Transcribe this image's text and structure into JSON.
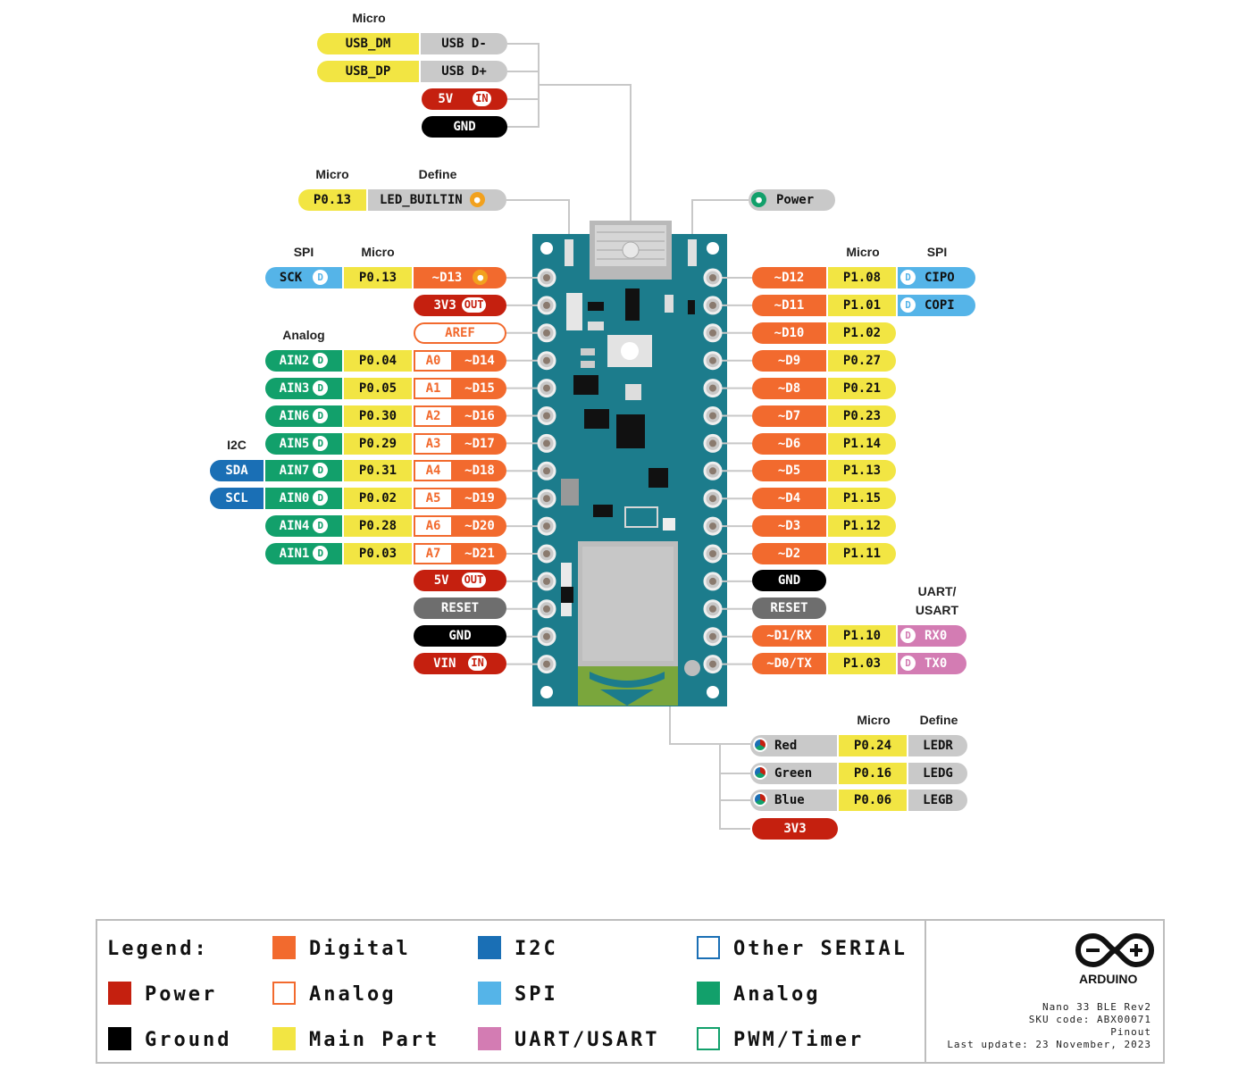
{
  "headers": {
    "top_micro": "Micro",
    "led_micro": "Micro",
    "led_define": "Define",
    "left_spi": "SPI",
    "left_micro": "Micro",
    "left_analog": "Analog",
    "left_i2c": "I2C",
    "right_micro": "Micro",
    "right_spi": "SPI",
    "uart_1": "UART/",
    "uart_2": "USART",
    "rgb_micro": "Micro",
    "rgb_define": "Define"
  },
  "usb": {
    "dm_micro": "USB_DM",
    "dm_name": "USB D-",
    "dp_micro": "USB_DP",
    "dp_name": "USB D+",
    "v5": "5V",
    "v5_badge": "IN",
    "gnd": "GND"
  },
  "led_builtin": {
    "micro": "P0.13",
    "define": "LED_BUILTIN"
  },
  "power_led": {
    "label": "Power"
  },
  "left_pins": {
    "d13": {
      "spi": "SCK",
      "micro": "P0.13",
      "digital": "~D13"
    },
    "v33": {
      "label": "3V3",
      "badge": "OUT"
    },
    "aref": {
      "label": "AREF"
    },
    "a0": {
      "analog": "AIN2",
      "micro": "P0.04",
      "a": "A0",
      "digital": "~D14"
    },
    "a1": {
      "analog": "AIN3",
      "micro": "P0.05",
      "a": "A1",
      "digital": "~D15"
    },
    "a2": {
      "analog": "AIN6",
      "micro": "P0.30",
      "a": "A2",
      "digital": "~D16"
    },
    "a3": {
      "analog": "AIN5",
      "micro": "P0.29",
      "a": "A3",
      "digital": "~D17"
    },
    "a4": {
      "i2c": "SDA",
      "analog": "AIN7",
      "micro": "P0.31",
      "a": "A4",
      "digital": "~D18"
    },
    "a5": {
      "i2c": "SCL",
      "analog": "AIN0",
      "micro": "P0.02",
      "a": "A5",
      "digital": "~D19"
    },
    "a6": {
      "analog": "AIN4",
      "micro": "P0.28",
      "a": "A6",
      "digital": "~D20"
    },
    "a7": {
      "analog": "AIN1",
      "micro": "P0.03",
      "a": "A7",
      "digital": "~D21"
    },
    "v5": {
      "label": "5V",
      "badge": "OUT"
    },
    "reset": {
      "label": "RESET"
    },
    "gnd": {
      "label": "GND"
    },
    "vin": {
      "label": "VIN",
      "badge": "IN"
    }
  },
  "right_pins": {
    "d12": {
      "digital": "~D12",
      "micro": "P1.08",
      "spi": "CIPO"
    },
    "d11": {
      "digital": "~D11",
      "micro": "P1.01",
      "spi": "COPI"
    },
    "d10": {
      "digital": "~D10",
      "micro": "P1.02"
    },
    "d9": {
      "digital": "~D9",
      "micro": "P0.27"
    },
    "d8": {
      "digital": "~D8",
      "micro": "P0.21"
    },
    "d7": {
      "digital": "~D7",
      "micro": "P0.23"
    },
    "d6": {
      "digital": "~D6",
      "micro": "P1.14"
    },
    "d5": {
      "digital": "~D5",
      "micro": "P1.13"
    },
    "d4": {
      "digital": "~D4",
      "micro": "P1.15"
    },
    "d3": {
      "digital": "~D3",
      "micro": "P1.12"
    },
    "d2": {
      "digital": "~D2",
      "micro": "P1.11"
    },
    "gnd": {
      "label": "GND"
    },
    "reset": {
      "label": "RESET"
    },
    "d1": {
      "digital": "~D1/RX",
      "micro": "P1.10",
      "uart": "RX0"
    },
    "d0": {
      "digital": "~D0/TX",
      "micro": "P1.03",
      "uart": "TX0"
    }
  },
  "d_badge": "D",
  "rgb": {
    "red": {
      "name": "Red",
      "micro": "P0.24",
      "define": "LEDR"
    },
    "green": {
      "name": "Green",
      "micro": "P0.16",
      "define": "LEDG"
    },
    "blue": {
      "name": "Blue",
      "micro": "P0.06",
      "define": "LEGB"
    },
    "v33": "3V3"
  },
  "legend": {
    "title": "Legend:",
    "power": "Power",
    "ground": "Ground",
    "digital": "Digital",
    "analog": "Analog",
    "main_part": "Main Part",
    "i2c": "I2C",
    "spi": "SPI",
    "uart": "UART/USART",
    "other_serial": "Other SERIAL",
    "analog_green": "Analog",
    "pwm": "PWM/Timer"
  },
  "brand": {
    "name": "ARDUINO",
    "board": "Nano 33 BLE Rev2",
    "sku": "SKU code: ABX00071",
    "doc": "Pinout",
    "updated": "Last update: 23 November, 2023"
  },
  "colors": {
    "power": "#c5200f",
    "ground": "#000000",
    "digital": "#f26a2e",
    "main_part": "#f2e543",
    "i2c": "#1a6fb5",
    "spi": "#55b4e8",
    "uart": "#d37cb3",
    "analog_green": "#12a06b",
    "gray": "#c9c9c9",
    "reset": "#6e6e6e",
    "board": "#1c7c8c"
  }
}
